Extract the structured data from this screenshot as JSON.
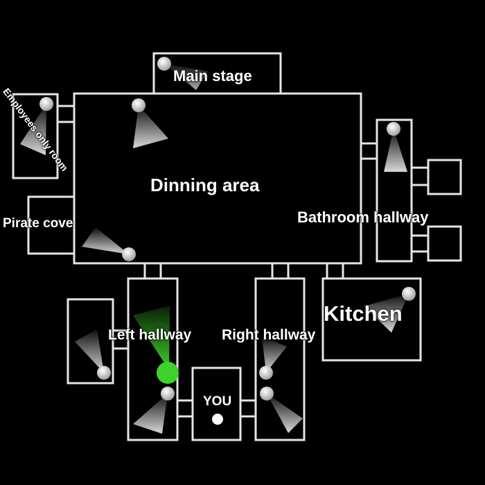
{
  "map": {
    "rooms": {
      "main_stage": "Main stage",
      "dining_area": "Dinning area",
      "pirate_cove": "Pirate cove",
      "employees_room": "Employees only room",
      "bathroom_hallway": "Bathroom hallway",
      "kitchen": "Kitchen",
      "left_hallway": "Left hallway",
      "right_hallway": "Right hallway"
    },
    "office_label": "YOU",
    "colors": {
      "background": "#000000",
      "walls": "#e6e6e6",
      "active_camera": "#3fd22a"
    },
    "active_camera_room": "Left hallway"
  }
}
